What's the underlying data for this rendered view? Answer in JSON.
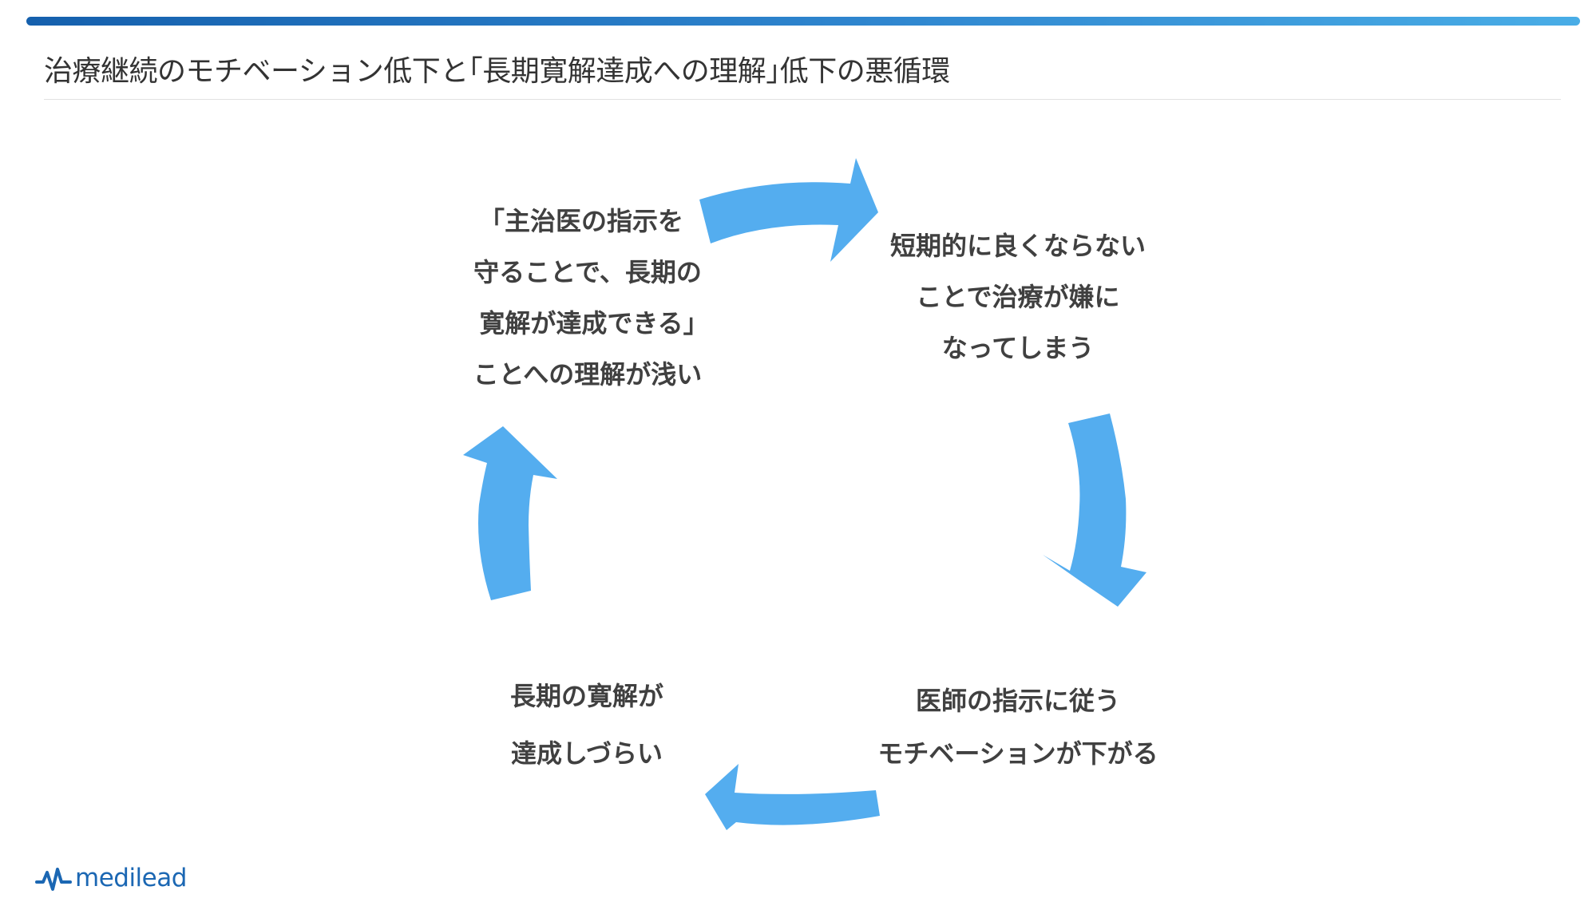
{
  "slide": {
    "title": "治療継続のモチベーション低下と｢長期寛解達成への理解｣低下の悪循環"
  },
  "cycle": {
    "nodes": [
      {
        "lines": [
          "｢主治医の指示を",
          "守ることで、長期の",
          "寛解が達成できる｣",
          "ことへの理解が浅い"
        ]
      },
      {
        "lines": [
          "短期的に良くならない",
          "ことで治療が嫌に",
          "なってしまう"
        ]
      },
      {
        "lines": [
          "医師の指示に従う",
          "モチベーションが下がる"
        ]
      },
      {
        "lines": [
          "長期の寛解が",
          "達成しづらい"
        ]
      }
    ],
    "arrow_color": "#54adef"
  },
  "logo": {
    "text": "medilead",
    "color": "#1b67b3"
  }
}
